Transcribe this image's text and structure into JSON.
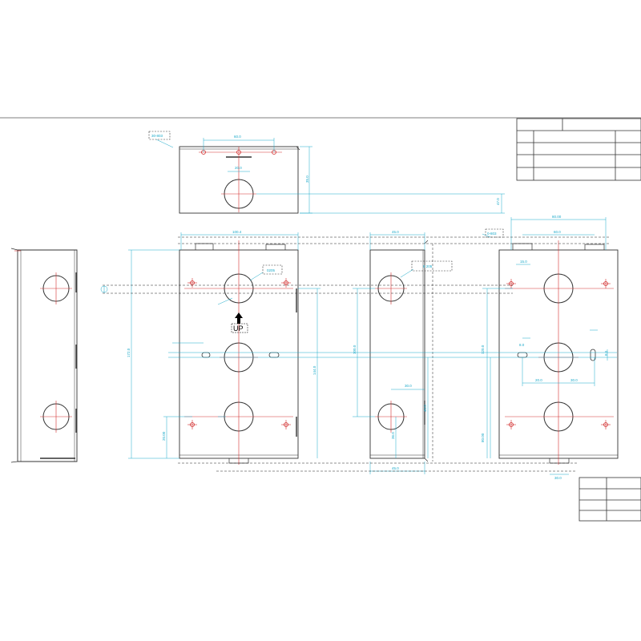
{
  "colors": {
    "outline": "#333333",
    "dimension": "#1aa9c9",
    "centerline": "#d23030",
    "hole": "#333333",
    "dashed_projection": "#222222",
    "paper": "#ffffff"
  },
  "icons": {
    "orientation_arrow": "up-arrow-icon"
  },
  "labels": {
    "up_marker": "UP",
    "detail_tag_top": "30-803",
    "detail_tag_front": "0205",
    "detail_tag_side": "8 205",
    "detail_tag_right": "0-803"
  },
  "dimensions": {
    "top_width": "60.0",
    "top_inner": "20.0",
    "top_height": "35.0",
    "top_offset": "47.0",
    "front_width": "100.4",
    "front_height": "172.0",
    "front_inner": "144.0",
    "front_bottom": "20.00",
    "side_width": "45.0",
    "side_hole_spacing": "30.0",
    "side_height": "100.0",
    "side_depth": "40.0",
    "side_bottom_width": "45.0",
    "side_left_h": "36.0",
    "side_right_h": "50.0",
    "mid_height": "120.0",
    "mid_low": "80.00",
    "right_width": "80.00",
    "right_inner": "60.0",
    "right_small": "15.0",
    "right_slot_a": "20.0",
    "right_slot_b": "30.0",
    "right_slot_h": "8.0",
    "right_side_v": "8.0",
    "right_bottom": "30.0"
  }
}
